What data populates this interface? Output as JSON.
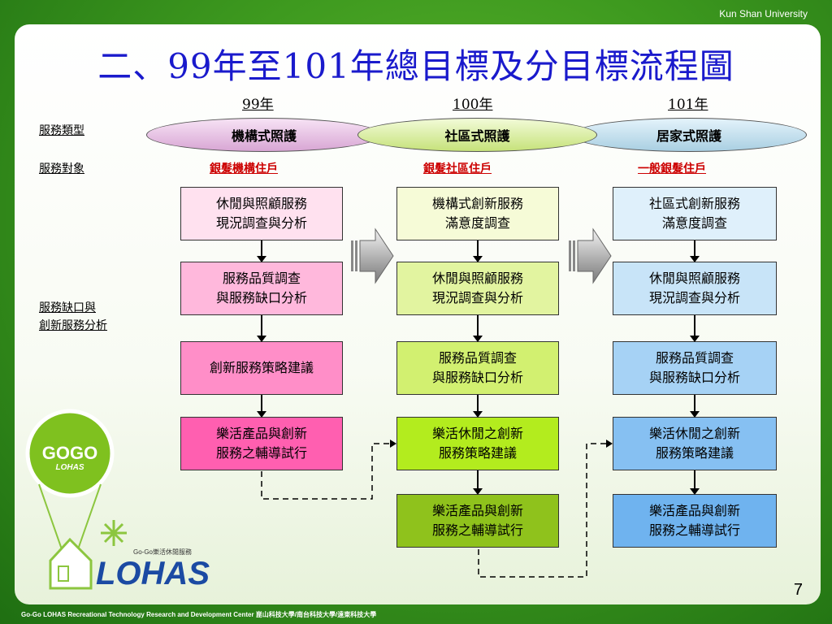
{
  "header": {
    "university": "Kun Shan University",
    "title": "二、99年至101年總目標及分目標流程圖"
  },
  "years": [
    "99年",
    "100年",
    "101年"
  ],
  "row_labels": {
    "service_type": "服務類型",
    "service_target": "服務對象",
    "gap_analysis": "服務缺口與\n創新服務分析"
  },
  "service_types": [
    "機構式照護",
    "社區式照護",
    "居家式照護"
  ],
  "service_targets": [
    "銀髮機構住戶",
    "銀髮社區住戶",
    "一般銀髮住戶"
  ],
  "columns": [
    {
      "boxes": [
        "休閒與照顧服務\n現況調查與分析",
        "服務品質調查\n與服務缺口分析",
        "創新服務策略建議",
        "樂活產品與創新\n服務之輔導試行"
      ]
    },
    {
      "boxes": [
        "機構式創新服務\n滿意度調查",
        "休閒與照顧服務\n現況調查與分析",
        "服務品質調查\n與服務缺口分析",
        "樂活休閒之創新\n服務策略建議",
        "樂活產品與創新\n服務之輔導試行"
      ]
    },
    {
      "boxes": [
        "社區式創新服務\n滿意度調查",
        "休閒與照顧服務\n現況調查與分析",
        "服務品質調查\n與服務缺口分析",
        "樂活休閒之創新\n服務策略建議",
        "樂活產品與創新\n服務之輔導試行"
      ]
    }
  ],
  "logo": {
    "gogo": "GOGO",
    "lohas_small": "LOHAS",
    "subtitle": "Go-Go樂活休閒服務",
    "lohas": "LOHAS"
  },
  "page_number": "7",
  "footer": "Go-Go LOHAS Recreational Technology Research and Development Center  崑山科技大學/南台科技大學/遠東科技大學",
  "colors": {
    "title": "#1a1acc",
    "target_red": "#cc0000",
    "bg_green": "#3e9a1f"
  }
}
